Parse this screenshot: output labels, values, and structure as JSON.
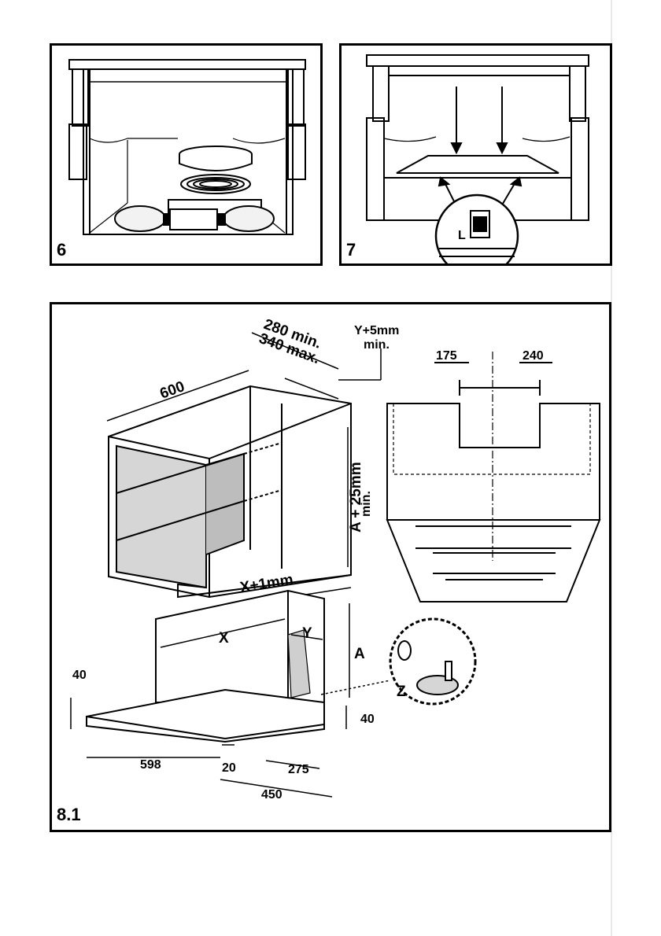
{
  "figures": {
    "fig6": {
      "label": "6"
    },
    "fig7": {
      "label": "7",
      "detail_label": "L"
    },
    "fig81": {
      "label": "8.1",
      "depth_min": "280 min.",
      "depth_max": "340 max.",
      "y_clearance_1": "Y+5mm",
      "y_clearance_2": "min.",
      "cabinet_width": "600",
      "height_clear_1": "A + 25mm",
      "height_clear_2": "min.",
      "x_clear": "X+1mm",
      "offset_left": "175",
      "offset_right": "240",
      "x": "X",
      "y": "Y",
      "a": "A",
      "z": "Z",
      "h40_left": "40",
      "h40_right": "40",
      "w598": "598",
      "w20": "20",
      "w275": "275",
      "w450": "450"
    }
  }
}
